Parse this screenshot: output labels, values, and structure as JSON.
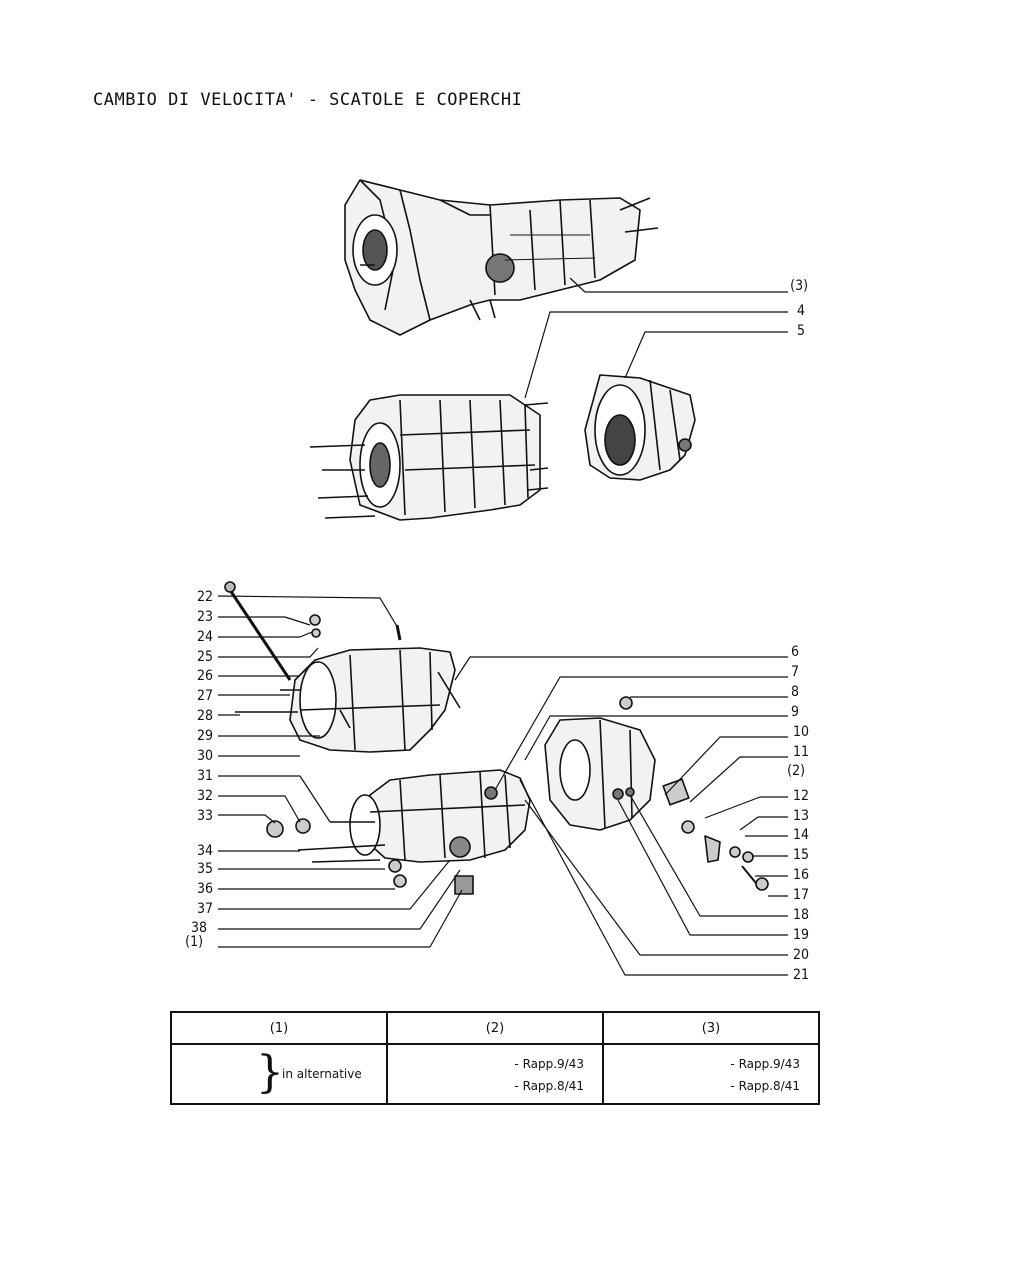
{
  "title": "CAMBIO DI VELOCITA' - SCATOLE E COPERCHI",
  "callouts": [
    "(3)",
    "4",
    "5",
    "22",
    "23",
    "24",
    "25",
    "26",
    "27",
    "28",
    "29",
    "30",
    "31",
    "32",
    "33",
    "34",
    "35",
    "36",
    "37",
    "38",
    "(1)",
    "6",
    "7",
    "8",
    "9",
    "10",
    "11",
    "(2)",
    "12",
    "13",
    "14",
    "15",
    "16",
    "17",
    "18",
    "19",
    "20",
    "21"
  ],
  "table": {
    "headers": [
      "(1)",
      "(2)",
      "(3)"
    ],
    "col1_text": "in alternative",
    "col2_lines": [
      "- Rapp.9/43",
      "- Rapp.8/41"
    ],
    "col3_lines": [
      "- Rapp.9/43",
      "- Rapp.8/41"
    ]
  }
}
